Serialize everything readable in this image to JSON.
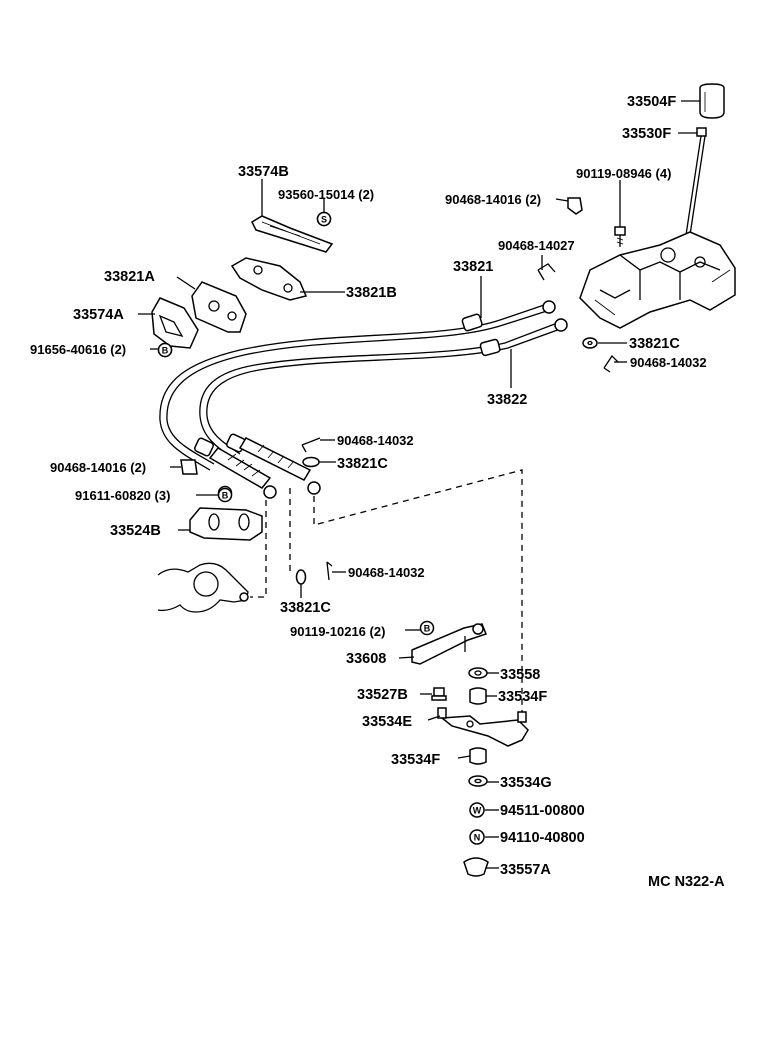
{
  "labels": {
    "p33504F": "33504F",
    "p33530F": "33530F",
    "p90119_08946": "90119-08946 (4)",
    "p90468_14016_top": "90468-14016 (2)",
    "p90468_14027": "90468-14027",
    "p33574B": "33574B",
    "p93560_15014": "93560-15014 (2)",
    "p33821A": "33821A",
    "p33821B": "33821B",
    "p33821": "33821",
    "p33574A": "33574A",
    "p91656_40616": "91656-40616 (2)",
    "p33821C_right": "33821C",
    "p90468_14032_right": "90468-14032",
    "p33822": "33822",
    "p90468_14032_mid": "90468-14032",
    "p33821C_mid": "33821C",
    "p90468_14016_left": "90468-14016 (2)",
    "p91611_60820": "91611-60820 (3)",
    "p33524B": "33524B",
    "p90468_14032_low": "90468-14032",
    "p33821C_low": "33821C",
    "p90119_10216": "90119-10216 (2)",
    "p33608": "33608",
    "p33558": "33558",
    "p33527B": "33527B",
    "p33534F_upper": "33534F",
    "p33534E": "33534E",
    "p33534F_lower": "33534F",
    "p33534G": "33534G",
    "p94511_00800": "94511-00800",
    "p94110_40800": "94110-40800",
    "p33557A": "33557A",
    "figure_code": "MC N322-A"
  },
  "symbols": {
    "s": "S",
    "b": "B",
    "w": "W",
    "n": "N"
  }
}
